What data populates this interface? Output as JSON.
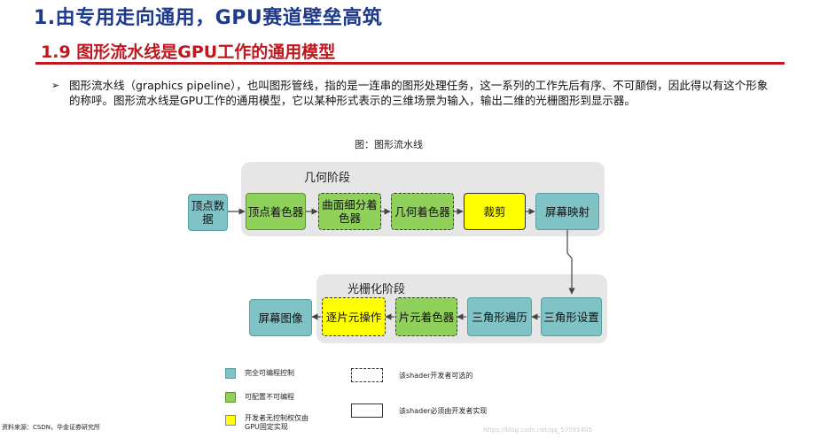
{
  "header": {
    "title": "1.由专用走向通用，GPU赛道壁垒高筑",
    "subtitle": "1.9 图形流水线是GPU工作的通用模型"
  },
  "body": {
    "bullet": "➢",
    "paragraph": "图形流水线（graphics pipeline），也叫图形管线，指的是一连串的图形处理任务，这一系列的工作先后有序、不可颠倒，因此得以有这个形象的称呼。图形流水线是GPU工作的通用模型，它以某种形式表示的三维场景为输入，输出二维的光栅图形到显示器。"
  },
  "figure": {
    "caption": "图：图形流水线",
    "geometry_stage": "几何阶段",
    "raster_stage": "光栅化阶段",
    "nodes": {
      "vertex_data": "顶点数据",
      "vertex_shader": "顶点着色器",
      "tessellation_shader": "曲面细分着色器",
      "geometry_shader": "几何着色器",
      "clipping": "裁剪",
      "screen_mapping": "屏幕映射",
      "triangle_setup": "三角形设置",
      "triangle_traversal": "三角形遍历",
      "fragment_shader": "片元着色器",
      "per_fragment_ops": "逐片元操作",
      "screen_image": "屏幕图像"
    },
    "colors": {
      "programmable": "#7fc3c6",
      "configurable": "#8fd15a",
      "fixed": "#ffff00",
      "stage_bg": "#e6e6e6"
    }
  },
  "legend": {
    "fully_programmable": "完全可编程控制",
    "configurable": "可配置不可编程",
    "fixed_function": "开发者无控制权仅由GPU固定实现",
    "optional": "该shader开发者可选的",
    "required": "该shader必须由开发者实现"
  },
  "footer": {
    "source": "资料来源：CSDN，华金证券研究所",
    "watermark": "https://blog.csdn.net/qq_57091405"
  }
}
